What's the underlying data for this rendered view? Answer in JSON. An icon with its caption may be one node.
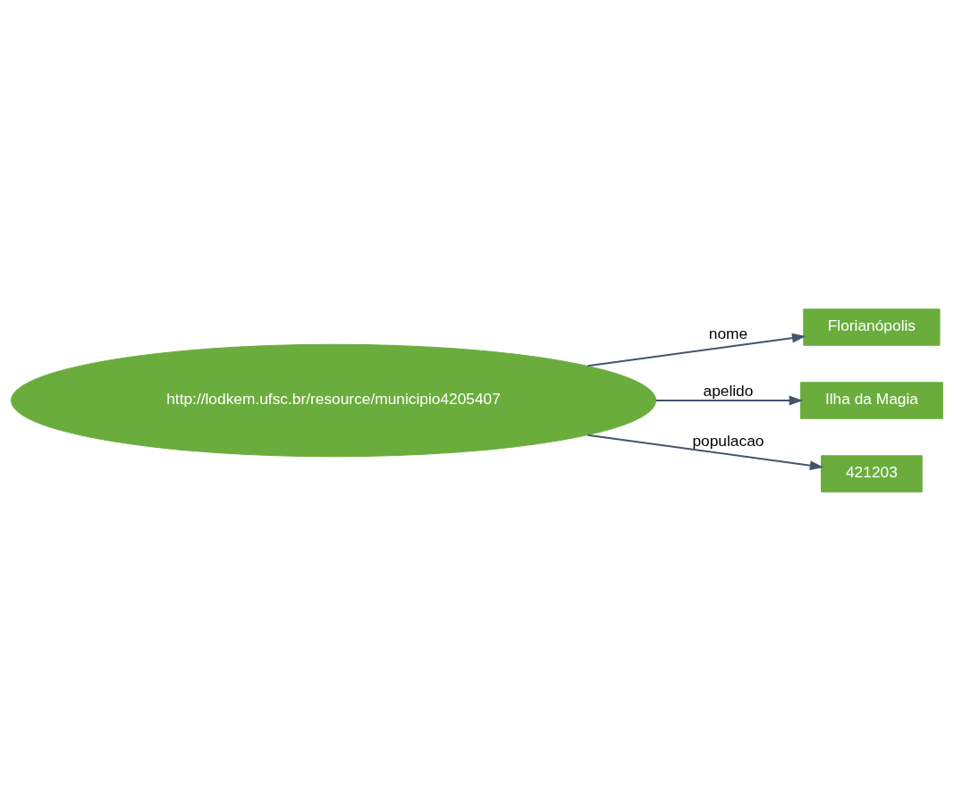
{
  "diagram": {
    "nodes": [
      {
        "text": [
          "http://lodkem.ufsc.br/resource/municipio4205407"
        ]
      },
      {
        "text": [
          "Florianópolis"
        ]
      },
      {
        "text": [
          "Ilha da Magia"
        ]
      },
      {
        "text": [
          "421203"
        ]
      }
    ],
    "edges": [
      {
        "from": 0,
        "to": 1,
        "arrow": "to",
        "label": "nome"
      },
      {
        "from": 0,
        "to": 2,
        "arrow": "to",
        "label": "apelido"
      },
      {
        "from": 0,
        "to": 3,
        "arrow": "to",
        "label": "populacao"
      }
    ]
  }
}
